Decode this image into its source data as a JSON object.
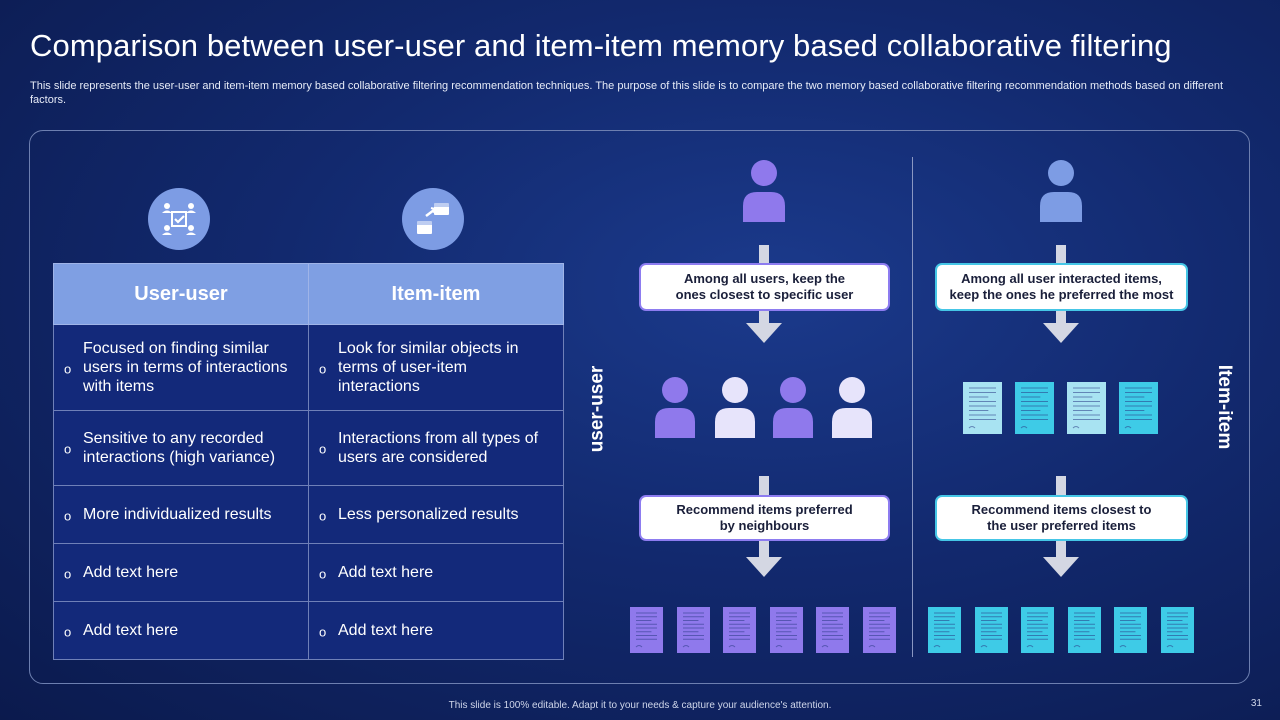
{
  "slide": {
    "title": "Comparison between user-user and item-item memory based collaborative filtering",
    "subtitle": "This slide represents the user-user and item-item memory based collaborative filtering recommendation techniques. The purpose of this slide is to compare the two memory based collaborative filtering recommendation methods based on different factors.",
    "footer": "This slide is 100% editable.  Adapt it to your needs & capture your audience's attention.",
    "page_number": "31"
  },
  "table": {
    "headers": [
      "User-user",
      "Item-item"
    ],
    "rows": [
      [
        "Focused on finding similar users in terms of interactions with items",
        "Look for similar objects in terms of user-item interactions"
      ],
      [
        "Sensitive to any recorded interactions (high variance)",
        "Interactions  from all types of users are considered"
      ],
      [
        "More individualized results",
        "Less personalized results"
      ],
      [
        "Add text here",
        "Add text here"
      ],
      [
        "Add text here",
        "Add text here"
      ]
    ]
  },
  "diagram": {
    "user_user": {
      "label": "user-user",
      "step1": "Among all users, keep the ones closest to specific user",
      "step2": "Recommend items preferred by neighbours"
    },
    "item_item": {
      "label": "Item-item",
      "step1": "Among all user interacted items, keep the ones he preferred the most",
      "step2": "Recommend items closest to the user preferred items"
    }
  },
  "colors": {
    "purple": "#8f79ec",
    "lilac": "#e7e4fb",
    "blue_user": "#7d9ce4",
    "cyan": "#3ecbe7",
    "light_cyan": "#a8e3f2",
    "header_blue": "#7f9fe3"
  },
  "icons": {
    "user_user_icon": "network-check-icon",
    "item_item_icon": "box-transfer-icon"
  }
}
